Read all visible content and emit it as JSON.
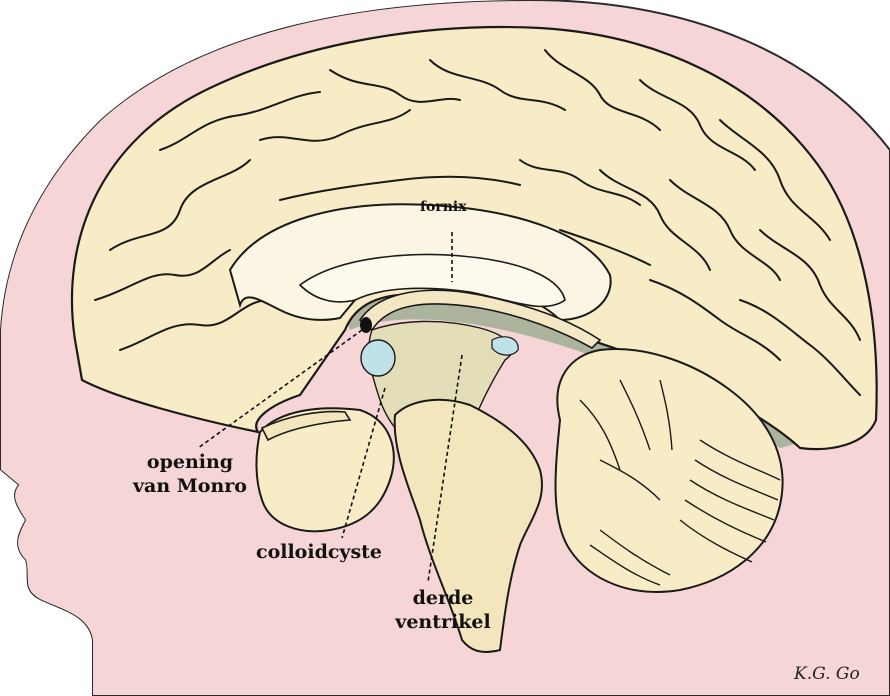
{
  "labels": {
    "fornix": "fornix",
    "opening_line1": "opening",
    "opening_line2": "van Monro",
    "colloidcyste": "colloidcyste",
    "derde_line1": "derde",
    "derde_line2": "ventrikel"
  },
  "signature": "K.G. Go",
  "colors": {
    "skin": "#f5d5d5",
    "brain": "#f7ecc6",
    "brain_shadow": "#e6d8a8",
    "ventricle": "#fbf6e3",
    "cyst": "#bfe1e8",
    "csf": "#9fae94",
    "outline": "#1a1a1a"
  }
}
